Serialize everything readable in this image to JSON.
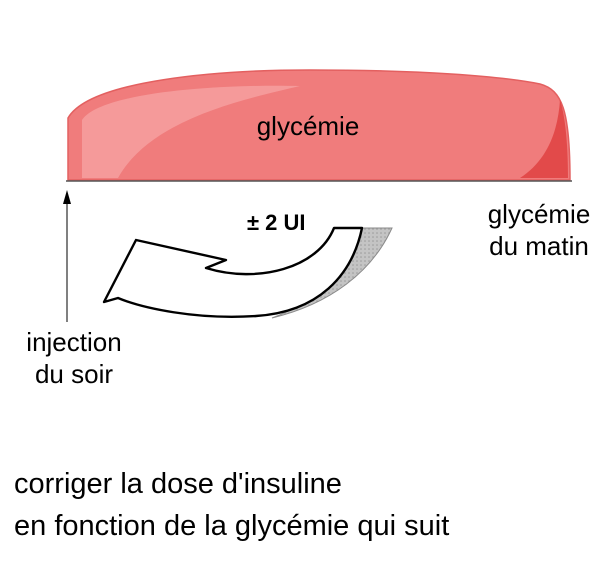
{
  "diagram": {
    "curve_label": "glycémie",
    "dose_label": "± 2 UI",
    "morning_label_line1": "glycémie",
    "morning_label_line2": "du matin",
    "evening_label_line1": "injection",
    "evening_label_line2": "du soir",
    "caption_line1": "corriger la dose d'insuline",
    "caption_line2": "en fonction de la glycémie qui suit",
    "colors": {
      "curve_fill": "#f07c7c",
      "curve_fill_light": "#f6a0a0",
      "curve_shadow": "#e04545",
      "arrow_outline": "#000000",
      "arrow_fill": "#ffffff",
      "arrow_shadow": "#b8b8b8"
    }
  }
}
